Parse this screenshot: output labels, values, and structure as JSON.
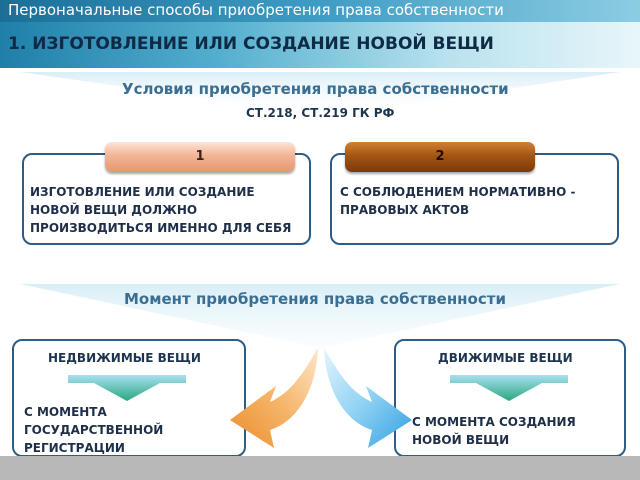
{
  "header": {
    "title": "Первоначальные способы приобретения права собственности",
    "subtitle": "1. ИЗГОТОВЛЕНИЕ ИЛИ СОЗДАНИЕ НОВОЙ ВЕЩИ"
  },
  "conditions": {
    "title": "Условия приобретения права собственности",
    "subtitle": "СТ.218, СТ.219 ГК РФ",
    "items": [
      {
        "number": "1",
        "text": "ИЗГОТОВЛЕНИЕ ИЛИ СОЗДАНИЕ НОВОЙ ВЕЩИ ДОЛЖНО ПРОИЗВОДИТЬСЯ ИМЕННО ДЛЯ СЕБЯ"
      },
      {
        "number": "2",
        "text": "С СОБЛЮДЕНИЕМ НОРМАТИВНО - ПРАВОВЫХ АКТОВ"
      }
    ]
  },
  "moment": {
    "title": "Момент приобретения права собственности",
    "items": [
      {
        "heading": "НЕДВИЖИМЫЕ ВЕЩИ",
        "text": "С МОМЕНТА ГОСУДАРСТВЕННОЙ РЕГИСТРАЦИИ"
      },
      {
        "heading": "ДВИЖИМЫЕ ВЕЩИ",
        "text": "С МОМЕНТА СОЗДАНИЯ НОВОЙ ВЕЩИ"
      }
    ]
  },
  "colors": {
    "header": "#1f7fa9",
    "box_border": "#2c5d86",
    "tab1": "#f3b596",
    "tab2": "#a45614",
    "arrow_left": "#f0a34a",
    "arrow_right": "#5ab8ea"
  }
}
